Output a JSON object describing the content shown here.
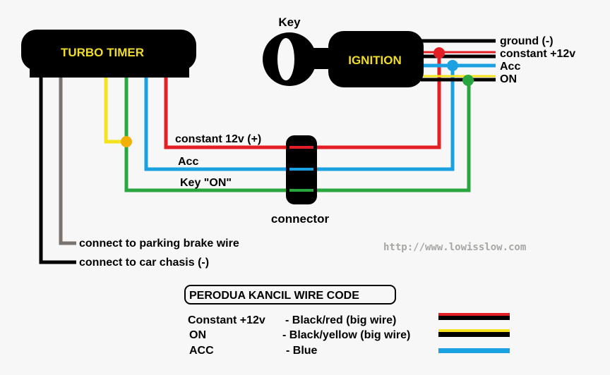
{
  "colors": {
    "background": "#f7f7f7",
    "black": "#000000",
    "red": "#e31e24",
    "blue": "#1ba1e2",
    "green": "#2aa63f",
    "yellow": "#f4e31c",
    "grey": "#7a736e",
    "junction_orange": "#f2b005",
    "box_text": "#f0dc2a"
  },
  "turbo_timer": {
    "label": "TURBO TIMER"
  },
  "key": {
    "label": "Key"
  },
  "ignition": {
    "label": "IGNITION",
    "outputs": [
      {
        "label": "ground (-)",
        "colors": [
          "black"
        ]
      },
      {
        "label": "constant +12v",
        "colors": [
          "red",
          "black"
        ]
      },
      {
        "label": "Acc",
        "colors": [
          "blue"
        ]
      },
      {
        "label": "ON",
        "colors": [
          "yellow",
          "black"
        ]
      }
    ]
  },
  "wires": {
    "constant": {
      "label": "constant 12v (+)",
      "color": "red"
    },
    "acc": {
      "label": "Acc",
      "color": "blue"
    },
    "on": {
      "label": "Key \"ON\"",
      "color": "green"
    },
    "yellow_joined_to": "green"
  },
  "connector": {
    "label": "connector"
  },
  "ground_notes": [
    {
      "label": "connect to parking brake wire",
      "color": "grey"
    },
    {
      "label": "connect to car chasis (-)",
      "color": "black"
    }
  ],
  "watermark": "http://www.lowisslow.com",
  "legend": {
    "title": "PERODUA KANCIL WIRE CODE",
    "rows": [
      {
        "name": "Constant +12v",
        "desc": "- Black/red (big wire)",
        "swatch": [
          "red",
          "black"
        ]
      },
      {
        "name": "ON",
        "desc": "- Black/yellow (big wire)",
        "swatch": [
          "yellow",
          "black"
        ]
      },
      {
        "name": "ACC",
        "desc": "- Blue",
        "swatch": [
          "blue"
        ]
      }
    ]
  }
}
